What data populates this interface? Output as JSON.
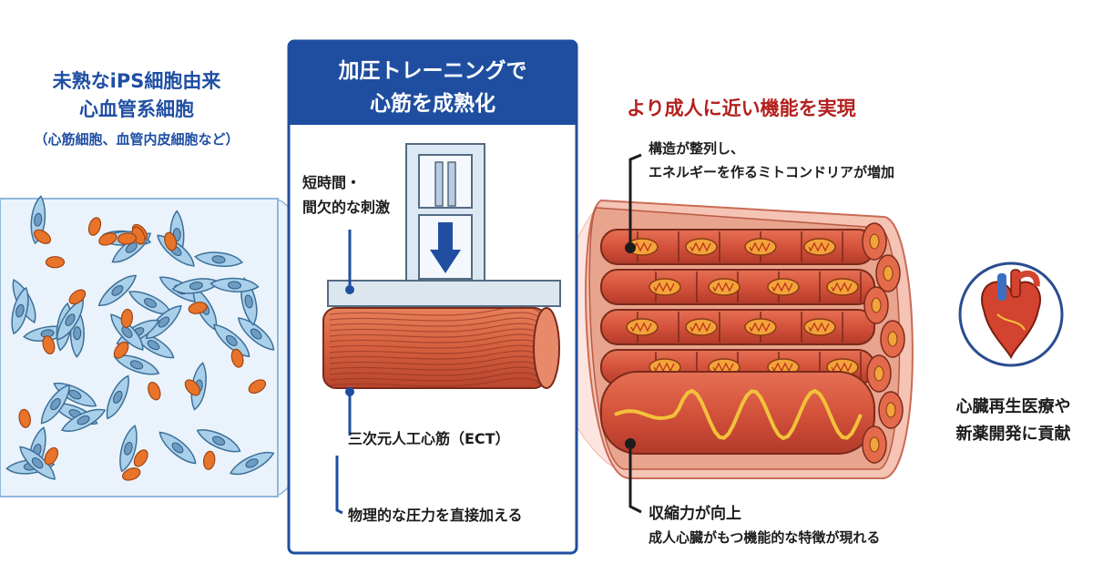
{
  "immature": {
    "title_line1": "未熟なiPS細胞由来",
    "title_line2": "心血管系細胞",
    "subtitle": "（心筋細胞、血管内皮細胞など）"
  },
  "training": {
    "title_line1": "加圧トレーニングで",
    "title_line2": "心筋を成熟化",
    "stimulus_line1": "短時間・",
    "stimulus_line2": "間欠的な刺激",
    "ect_label": "三次元人工心筋（ECT）",
    "pressure_label": "物理的な圧力を直接加える"
  },
  "result": {
    "title": "より成人に近い機能を実現",
    "structure_line1": "構造が整列し、",
    "structure_line2": "エネルギーを作るミトコンドリアが増加",
    "contraction_title": "収縮力が向上",
    "contraction_sub": "成人心臓がもつ機能的な特徴が現れる"
  },
  "contribution": {
    "line1": "心臓再生医療や",
    "line2": "新薬開発に貢献"
  },
  "colors": {
    "accent_blue": "#1f4ea0",
    "title_red": "#b3201f",
    "muscle_red": "#d2523a",
    "cell_blue": "#a9d0ea",
    "nucleus_orange": "#e8742a"
  },
  "icons": [
    "heart-icon",
    "press-arrow-icon",
    "mitochondria-icon"
  ]
}
